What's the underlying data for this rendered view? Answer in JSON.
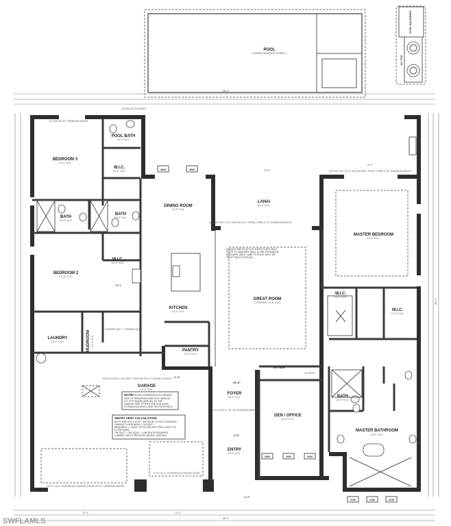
{
  "watermark": "SWFLAMLS",
  "pool": {
    "label": "POOL",
    "sub": "(UNDER SEPARATE PERMIT)"
  },
  "pool_equipment": {
    "label": "POOL EQUIPMENT",
    "ac_pad": "A/C PAD"
  },
  "rooms": {
    "bedroom3": {
      "label": "BEDROOM 3",
      "sub": "10'-0\" CLG."
    },
    "pool_bath": {
      "label": "POOL BATH",
      "sub": "10'-0\" CLG."
    },
    "wic1": {
      "label": "W.I.C.",
      "sub": "10'-0\" CLG."
    },
    "bath1": {
      "label": "BATH",
      "sub": "10'-0\" CLG."
    },
    "bath2": {
      "label": "BATH",
      "sub": "10'-0\" CLG."
    },
    "dining": {
      "label": "DINING ROOM",
      "sub": "14'-0\" CLG."
    },
    "lanai": {
      "label": "LANAI",
      "sub": "14'-0\" CLG."
    },
    "master_bedroom": {
      "label": "MASTER BEDROOM",
      "sub": "13'-0\" CLG."
    },
    "bedroom2": {
      "label": "BEDROOM 2",
      "sub": "10'-0\" CLG."
    },
    "wic2": {
      "label": "W.I.C.",
      "sub": "10'-0\" CLG."
    },
    "kitchen": {
      "label": "KITCHEN",
      "sub": "14'-0\" CLG."
    },
    "great_room": {
      "label": "GREAT ROOM",
      "sub": "COFFERED 14'-0\" CLG."
    },
    "wic3": {
      "label": "W.I.C.",
      "sub": "10'-0\" CLG."
    },
    "wic4": {
      "label": "W.I.C.",
      "sub": "10'-0\" CLG."
    },
    "laundry": {
      "label": "LAUNDRY",
      "sub": "10'-0\" CLG."
    },
    "mudroom": {
      "label": "MUDROOM",
      "sub": "10'-0\" CLG."
    },
    "pantry": {
      "label": "PANTRY",
      "sub": "14'-0\" CLG."
    },
    "garage": {
      "label": "GARAGE",
      "sub": "12'-0\" CLG."
    },
    "foyer": {
      "label": "FOYER",
      "sub": "16'-0\" CLG."
    },
    "den": {
      "label": "DEN / OFFICE",
      "sub": "14'-0\" CLG."
    },
    "bath3": {
      "label": "BATH",
      "sub": "10'-0\" CLG."
    },
    "master_bath": {
      "label": "MASTER BATHROOM",
      "sub": "10'-0\" CLG."
    },
    "entry": {
      "label": "ENTRY",
      "sub": "16'-0\" CLG."
    }
  },
  "labels": {
    "outdoor_shower": "OUTDOOR SHOWER",
    "linen": "LINEN",
    "dry_bar": "DRY BAR",
    "closet": "CLOSET",
    "stairs": "3 RISERS @7\" / 2 TREADS @10\"",
    "transom_top": "(2) 2030 W/ 20\" TRANSOM ABOVE",
    "wood_door": "WOOD DOOR 1-3/4\" MIN. THICK W/ SELF CLOSING DEVICE",
    "garage_door_large": "16'-0\" x 8'-0\" OVERHEAD GARAGE DOOR W/ 24\" TRANSOM ABOVE",
    "garage_door_small": "9'-0\" x 8'-0\" OVERHEAD GARAGE DOOR",
    "lanai_beam": "(4) 6\"x6\"x1/2\" S.S.S. W/ 6\"x6\"x1/2\" STEEL TUBE & 24\" TRANSOM ABOVE",
    "master_beam": "(3) 6\"x6\"x1/2\" S.S.S. W/ 6\"x6\"x1/2\" STEEL TUBE & 24\" TRANSOM ABOVE",
    "entry_transom": "(2) 2'-0\"x10'-0\" TR. W/ TRANSOM ABOVE",
    "steel_note": "(2) EACH END 6\"x12\"x1/2\" STEEL PLATE. BOLT PLATE TO MASONRY WALL (2) 5/8\" EXPANSION ANCHORS. WELD TUBE TO PLATE WITH 3/8\" FILLET WELD (TYPICAL)"
  },
  "garage_note": {
    "title": "NOTE:",
    "lines": [
      "PROVIDE SEPARATION ON GARAGE",
      "SIDE OF RESIDENCE AND ATTIC AREA W/",
      "1/2\" GYP. BOARD APPLIED TO THE",
      "GARAGE SIDE. PER 8TH EDITION (2023)",
      "FLORIDA BUILDING CODE, SECTION R302.6"
    ]
  },
  "smart_vent": {
    "title": "SMART VENT CALCULATION:",
    "lines": [
      "EACH VENT 8\"H x 16\"W = 200 SQ.IN. FLOOD COVERAGE",
      "GARAGE FLOOR AREA = 736 SQ.FT.",
      "REQUIRED = 1 SQ.IN. OF FLOOD VENT PER 1 SQ.FT OF",
      "FLOOR AREA",
      "736 SQ.FT. / 200 SQ.IN. = 3.68 VENTS REQUIRED",
      "4 SMART VENTS PROVIDED (MODEL 1540-520)"
    ]
  },
  "elevations": {
    "garage": "-1'-4\"",
    "foyer": "-00'-8\"",
    "entry": "-0'-8\"",
    "entry_out": "-1'-4\""
  },
  "window_tags": {
    "den": [
      "2660",
      "2660",
      "2660"
    ],
    "master_bath": [
      "2230",
      "2230",
      "2230"
    ],
    "dining": [
      "4660",
      "4660"
    ]
  },
  "dimensions": {
    "overall_width": "68'-4\"",
    "top": "68'-4\"",
    "lanai": "19'-8\"",
    "master": "13'-4\"",
    "garage": "22'-0\"",
    "garage_mid": "11'-4\"",
    "right_total": "68'-4\""
  }
}
